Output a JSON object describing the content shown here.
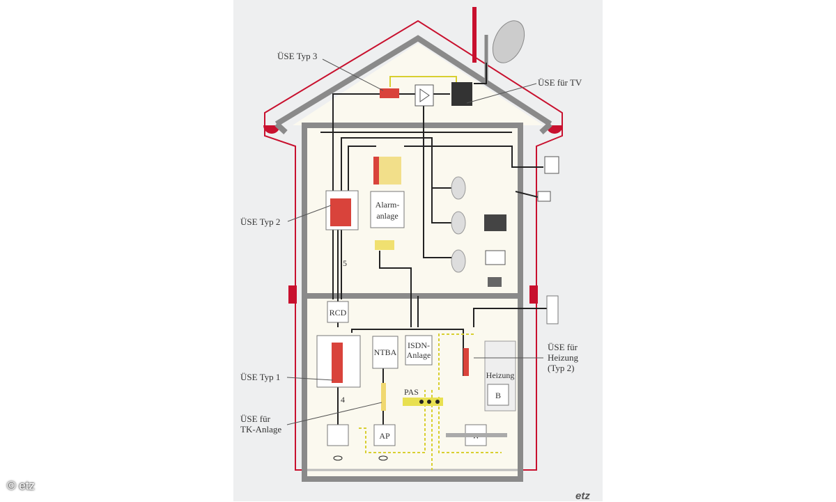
{
  "labels": {
    "uese_typ3": "ÜSE Typ 3",
    "uese_tv": "ÜSE für TV",
    "uese_typ2": "ÜSE Typ 2",
    "uese_typ1": "ÜSE Typ 1",
    "uese_tk_1": "ÜSE für",
    "uese_tk_2": "TK-Anlage",
    "uese_heizung_1": "ÜSE für",
    "uese_heizung_2": "Heizung",
    "uese_heizung_3": "(Typ 2)"
  },
  "boxes": {
    "alarm_1": "Alarm-",
    "alarm_2": "anlage",
    "rcd": "RCD",
    "ntba": "NTBA",
    "isdn_1": "ISDN-",
    "isdn_2": "Anlage",
    "heizung": "Heizung",
    "b": "B",
    "ap": "AP",
    "w": "W",
    "pas": "PAS",
    "line5": "5",
    "line4": "4"
  },
  "copyright": "© etz",
  "logo": "etz",
  "colors": {
    "red": "#c8102e",
    "gray": "#8a8a8a",
    "cream": "#fbf9ef",
    "yellow": "#e8e050",
    "green": "#7cb342"
  }
}
